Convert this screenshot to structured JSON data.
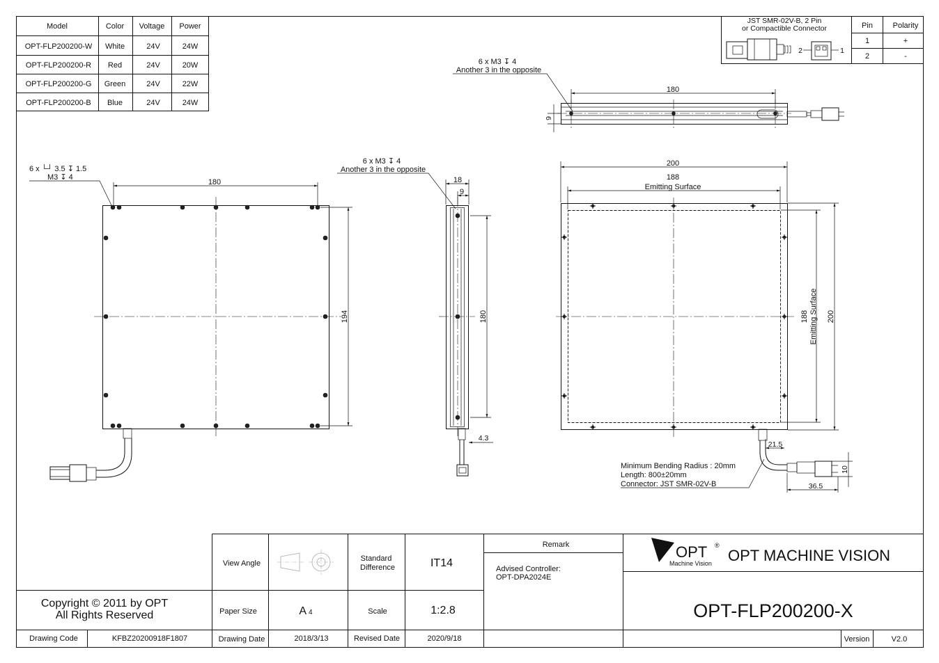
{
  "spec_table": {
    "headers": [
      "Model",
      "Color",
      "Voltage",
      "Power"
    ],
    "rows": [
      [
        "OPT-FLP200200-W",
        "White",
        "24V",
        "24W"
      ],
      [
        "OPT-FLP200200-R",
        "Red",
        "24V",
        "20W"
      ],
      [
        "OPT-FLP200200-G",
        "Green",
        "24V",
        "22W"
      ],
      [
        "OPT-FLP200200-B",
        "Blue",
        "24V",
        "24W"
      ]
    ]
  },
  "connector_table": {
    "title_line1": "JST SMR-02V-B, 2 Pin",
    "title_line2": "or Compactible Connector",
    "pin_label_2": "2",
    "pin_label_1": "1",
    "headers": [
      "Pin",
      "Polarity"
    ],
    "rows": [
      [
        "1",
        "+"
      ],
      [
        "2",
        "-"
      ]
    ]
  },
  "front_view": {
    "note_line1": "6 x └┘ 3.5 ↧ 1.5",
    "note_line2": "M3 ↧ 4",
    "dim_top": "180",
    "dim_right": "194"
  },
  "side_view": {
    "note_line1": "6 x M3 ↧ 4",
    "note_line2": "Another 3 in the opposite",
    "dim_18": "18",
    "dim_9": "9",
    "dim_180": "180",
    "dim_43": "4.3"
  },
  "top_view": {
    "note_line1": "6 x M3 ↧ 4",
    "note_line2": "Another 3 in the opposite",
    "dim_180": "180",
    "dim_9": "9"
  },
  "back_view": {
    "dim_200_top": "200",
    "dim_188_top": "188",
    "emitting_top": "Emitting Surface",
    "dim_188_right": "188",
    "emitting_right": "Emitting Surface",
    "dim_200_right": "200",
    "dim_215": "21.5",
    "dim_365": "36.5",
    "dim_10": "10",
    "note_bend": "Minimum Bending Radius : 20mm",
    "note_length": "Length: 800±20mm",
    "note_connector": "Connector: JST SMR-02V-B"
  },
  "title_block": {
    "view_angle_label": "View Angle",
    "std_diff_line1": "Standard",
    "std_diff_line2": "Difference",
    "std_diff_value": "IT14",
    "remark_label": "Remark",
    "advised_line1": "Advised Controller:",
    "advised_line2": "OPT-DPA2024E",
    "logo_text": "OPT",
    "logo_sub": "Machine Vision",
    "company": "OPT MACHINE VISION",
    "copyright_line1": "Copyright © 2011 by OPT",
    "copyright_line2": "All Rights Reserved",
    "paper_size_label": "Paper Size",
    "paper_size_value": "A",
    "paper_size_sub": "4",
    "scale_label": "Scale",
    "scale_value": "1:2.8",
    "part_number": "OPT-FLP200200-X",
    "drawing_code_label": "Drawing Code",
    "drawing_code_value": "KFBZ20200918F1807",
    "drawing_date_label": "Drawing Date",
    "drawing_date_value": "2018/3/13",
    "revised_date_label": "Revised Date",
    "revised_date_value": "2020/9/18",
    "version_label": "Version",
    "version_value": "V2.0"
  }
}
